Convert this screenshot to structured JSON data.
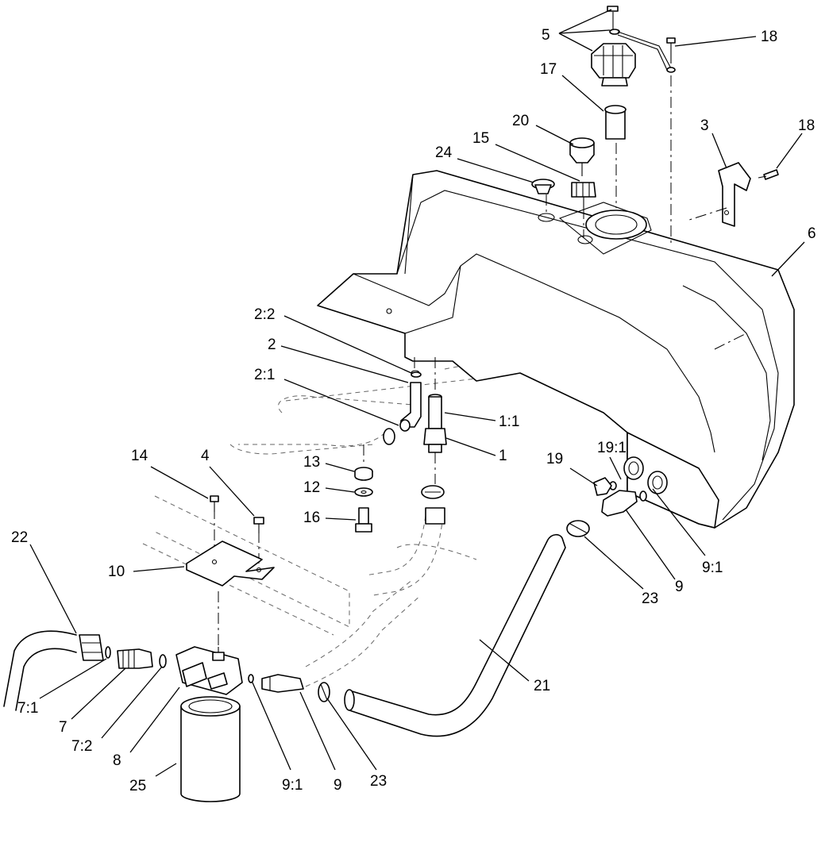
{
  "callouts": [
    {
      "key": "c5",
      "text": "5"
    },
    {
      "key": "c18a",
      "text": "18"
    },
    {
      "key": "c17",
      "text": "17"
    },
    {
      "key": "c20",
      "text": "20"
    },
    {
      "key": "c3",
      "text": "3"
    },
    {
      "key": "c18b",
      "text": "18"
    },
    {
      "key": "c15",
      "text": "15"
    },
    {
      "key": "c24",
      "text": "24"
    },
    {
      "key": "c6",
      "text": "6"
    },
    {
      "key": "c22x",
      "text": "2:2"
    },
    {
      "key": "c2",
      "text": "2"
    },
    {
      "key": "c21x",
      "text": "2:1"
    },
    {
      "key": "c11x",
      "text": "1:1"
    },
    {
      "key": "c1",
      "text": "1"
    },
    {
      "key": "c13",
      "text": "13"
    },
    {
      "key": "c12",
      "text": "12"
    },
    {
      "key": "c16",
      "text": "16"
    },
    {
      "key": "c14",
      "text": "14"
    },
    {
      "key": "c4",
      "text": "4"
    },
    {
      "key": "c19x",
      "text": "19:1"
    },
    {
      "key": "c19",
      "text": "19"
    },
    {
      "key": "c22",
      "text": "22"
    },
    {
      "key": "c10",
      "text": "10"
    },
    {
      "key": "c91a",
      "text": "9:1"
    },
    {
      "key": "c23a",
      "text": "23"
    },
    {
      "key": "c9a",
      "text": "9"
    },
    {
      "key": "c21",
      "text": "21"
    },
    {
      "key": "c71",
      "text": "7:1"
    },
    {
      "key": "c7",
      "text": "7"
    },
    {
      "key": "c72",
      "text": "7:2"
    },
    {
      "key": "c8",
      "text": "8"
    },
    {
      "key": "c25",
      "text": "25"
    },
    {
      "key": "c91b",
      "text": "9:1"
    },
    {
      "key": "c9b",
      "text": "9"
    },
    {
      "key": "c23b",
      "text": "23"
    }
  ]
}
